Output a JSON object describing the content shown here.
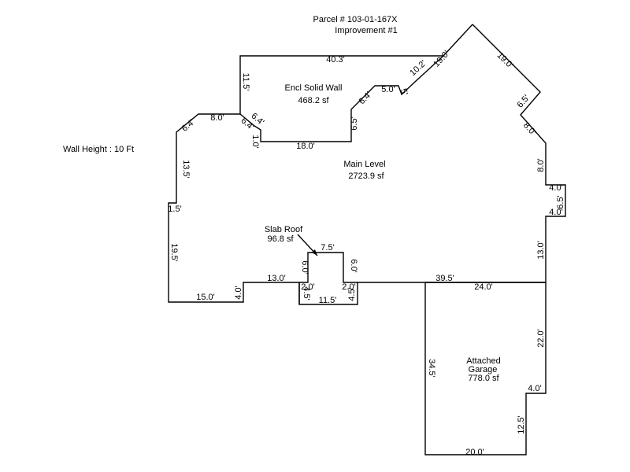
{
  "header": {
    "parcel": "Parcel # 103-01-167X",
    "improvement": "Improvement #1"
  },
  "wall_height": "Wall Height : 10 Ft",
  "areas": {
    "encl": {
      "name": "Encl Solid Wall",
      "size": "468.2 sf"
    },
    "main": {
      "name": "Main Level",
      "size": "2723.9 sf"
    },
    "slab": {
      "name": "Slab Roof",
      "size": "96.8 sf"
    },
    "garage": {
      "name1": "Attached",
      "name2": "Garage",
      "size": "778.0 sf"
    }
  },
  "dims": {
    "encl_top": "40.3'",
    "encl_left": "11.5'",
    "encl_step_a": "6.4'",
    "encl_step_b": "6.4'",
    "encl_short": "1.0'",
    "encl_bottom": "18.0'",
    "encl_right": "6.5'",
    "encl_diag": "6.4'",
    "encl_top_right": "5.0'",
    "encl_small": "5'",
    "encl_diag2": "10.2'",
    "encl_diag3": "19.0'",
    "peak_right": "19.0'",
    "right_diag": "6.5'",
    "right_diag2": "8.0'",
    "right_a": "8.0'",
    "bump_top": "4.0'",
    "bump_side": "6.5'",
    "bump_bottom": "4.0'",
    "right_b": "13.0'",
    "main_bottom": "39.5'",
    "left_top_a": "8.0'",
    "left_diag": "6.4'",
    "left_a": "13.5'",
    "left_step": "1.5'",
    "left_b": "19.5'",
    "left_bottom": "15.0'",
    "left_short": "4.0'",
    "bottom_mid": "13.0'",
    "slab_left": "6.0'",
    "slab_top": "7.5'",
    "slab_right": "6.0'",
    "notch_left": "2.0'",
    "notch_right": "2.0'",
    "notch_depth_l": "4.5'",
    "notch_depth_r": "4.5'",
    "notch_bottom": "11.5'",
    "garage_top": "24.0'",
    "garage_right": "22.0'",
    "garage_step": "4.0'",
    "garage_right2": "12.5'",
    "garage_bottom": "20.0'",
    "garage_left": "34.5'"
  }
}
